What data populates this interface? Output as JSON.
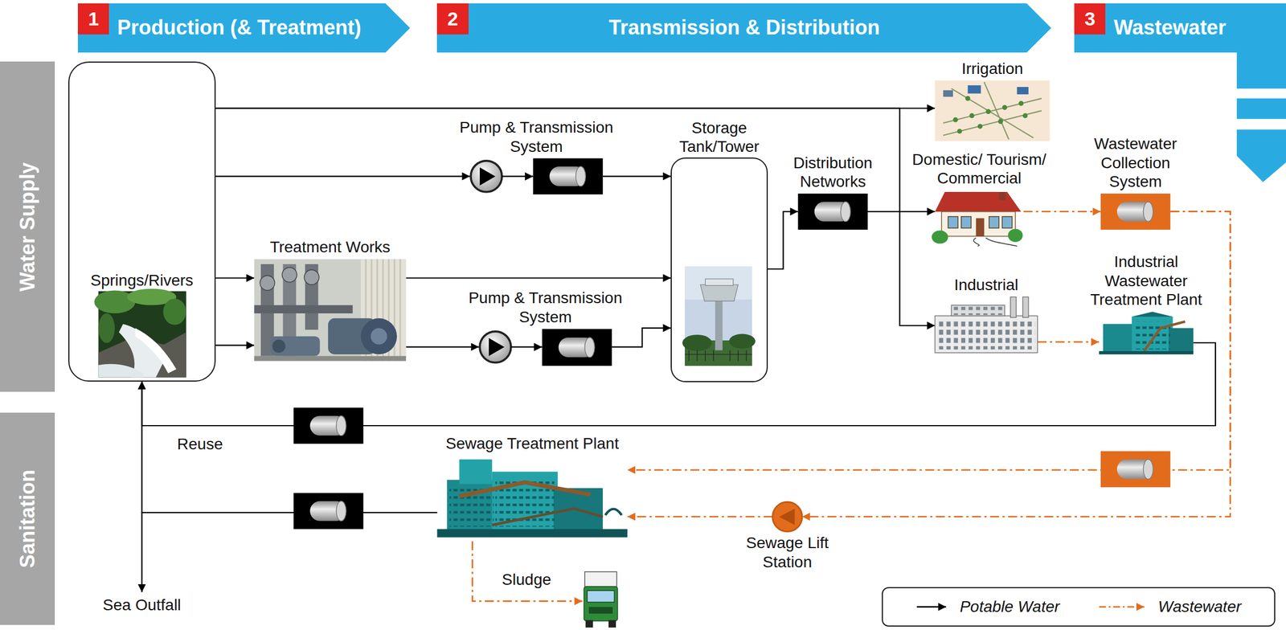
{
  "diagram": {
    "nodes": [
      {
        "text": [
          "Production (& Treatment)"
        ]
      },
      {
        "text": [
          "1"
        ],
        "in": 0
      },
      {
        "text": [
          "Transmission & Distribution"
        ]
      },
      {
        "text": [
          "2"
        ],
        "in": 2
      },
      {
        "text": [
          "Wastewater"
        ]
      },
      {
        "text": [
          "3"
        ],
        "in": 4
      },
      {
        "text": [
          "Water Supply"
        ]
      },
      {
        "text": [
          "Sanitation"
        ]
      },
      {
        "text": [
          "Springs/Rivers"
        ]
      },
      {
        "text": [
          "Treatment Works"
        ]
      },
      {
        "text": [
          "Pump & Transmission System"
        ]
      },
      {
        "text": [
          "Pump & Transmission System"
        ]
      },
      {
        "text": [
          "Storage Tank/Tower"
        ]
      },
      {
        "text": [
          "Distribution Networks"
        ]
      },
      {
        "text": [
          "Irrigation"
        ]
      },
      {
        "text": [
          "Domestic/ Tourism/ Commercial"
        ]
      },
      {
        "text": [
          "Industrial"
        ]
      },
      {
        "text": [
          "Wastewater Collection System"
        ]
      },
      {
        "text": [
          "Industrial Wastewater Treatment Plant"
        ]
      },
      {
        "text": [
          "Sewage Treatment Plant"
        ]
      },
      {
        "text": [
          "Sewage Lift Station"
        ]
      },
      {
        "text": [
          "Sludge"
        ]
      },
      {
        "text": [
          "Sea Outfall"
        ]
      }
    ],
    "edges": [
      {
        "from": 8,
        "to": 14,
        "arrow": "to"
      },
      {
        "from": 8,
        "to": 16,
        "arrow": "to"
      },
      {
        "from": 8,
        "to": 10,
        "arrow": "to"
      },
      {
        "from": 10,
        "to": 12,
        "arrow": "to"
      },
      {
        "from": 8,
        "to": 9,
        "arrow": "to"
      },
      {
        "from": 8,
        "to": 9,
        "arrow": "to"
      },
      {
        "from": 9,
        "to": 12,
        "arrow": "to"
      },
      {
        "from": 9,
        "to": 11,
        "arrow": "to"
      },
      {
        "from": 11,
        "to": 12,
        "arrow": "to"
      },
      {
        "from": 12,
        "to": 13,
        "arrow": "to"
      },
      {
        "from": 13,
        "to": 15,
        "arrow": "to"
      },
      {
        "from": 15,
        "to": 17,
        "arrow": "to"
      },
      {
        "from": 16,
        "to": 18,
        "arrow": "to"
      },
      {
        "from": 17,
        "to": 20,
        "arrow": "to"
      },
      {
        "from": 20,
        "to": 19,
        "arrow": "to"
      },
      {
        "from": 17,
        "to": 19,
        "arrow": "to"
      },
      {
        "from": 19,
        "to": 21,
        "arrow": "to"
      },
      {
        "from": 18,
        "to": 8,
        "arrow": "to"
      },
      {
        "from": 19,
        "to": 8,
        "arrow": "to"
      },
      {
        "from": 19,
        "to": 22,
        "arrow": "to"
      }
    ],
    "labels": [
      "Reuse"
    ],
    "legend": [
      {
        "text": "Potable Water"
      },
      {
        "text": "Wastewater"
      }
    ]
  }
}
